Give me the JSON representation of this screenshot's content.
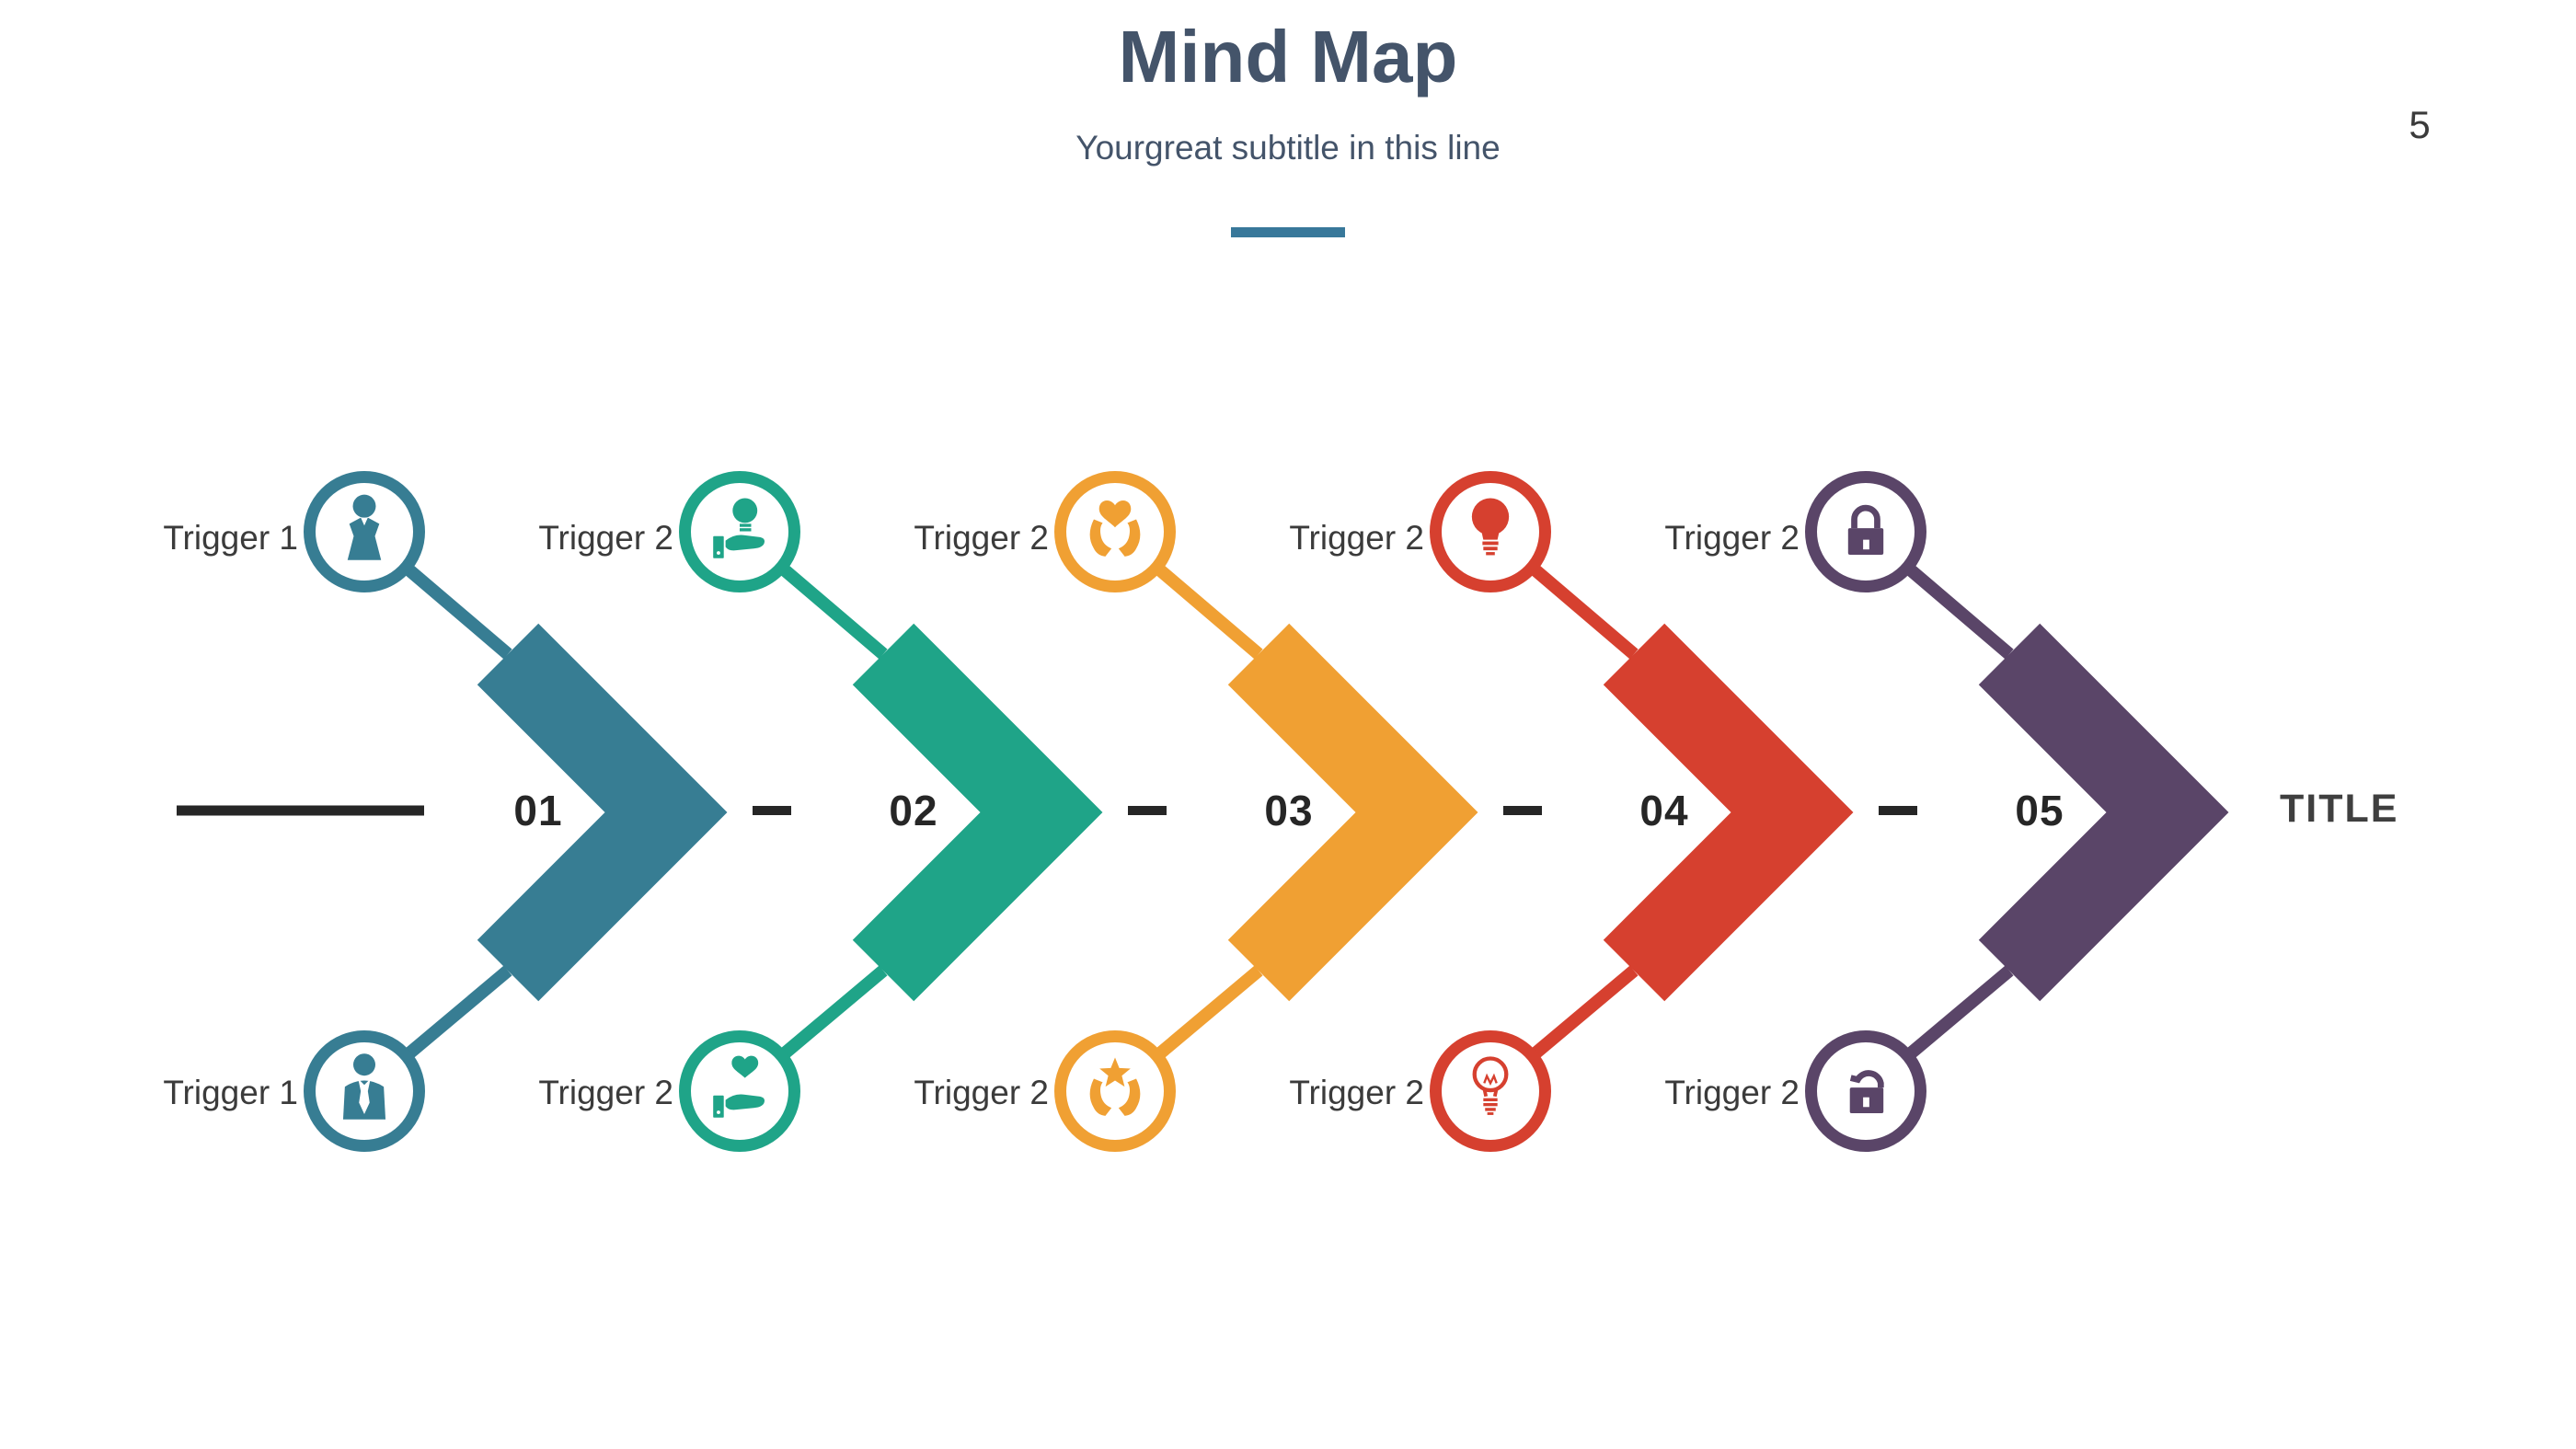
{
  "slide": {
    "title": "Mind Map",
    "subtitle": "Yourgreat subtitle in this line",
    "page_number": "5",
    "accent_underline_color": "#38789a",
    "text_color": "#44546a"
  },
  "diagram": {
    "end_label": "TITLE",
    "line_color": "#262626",
    "steps": [
      {
        "number": "01",
        "color": "#377d93",
        "top_label": "Trigger 1",
        "bottom_label": "Trigger 1",
        "top_icon": "woman-icon",
        "bottom_icon": "businessman-icon"
      },
      {
        "number": "02",
        "color": "#1fa488",
        "top_label": "Trigger 2",
        "bottom_label": "Trigger 2",
        "top_icon": "hand-holding-lightbulb-icon",
        "bottom_icon": "hand-holding-heart-icon"
      },
      {
        "number": "03",
        "color": "#f0a033",
        "top_label": "Trigger 2",
        "bottom_label": "Trigger 2",
        "top_icon": "hands-holding-heart-icon",
        "bottom_icon": "hands-holding-star-icon"
      },
      {
        "number": "04",
        "color": "#d6402f",
        "top_label": "Trigger 2",
        "bottom_label": "Trigger 2",
        "top_icon": "lightbulb-icon",
        "bottom_icon": "lightbulb-outline-icon"
      },
      {
        "number": "05",
        "color": "#5a4568",
        "top_label": "Trigger 2",
        "bottom_label": "Trigger 2",
        "top_icon": "lock-icon",
        "bottom_icon": "unlock-icon"
      }
    ]
  }
}
